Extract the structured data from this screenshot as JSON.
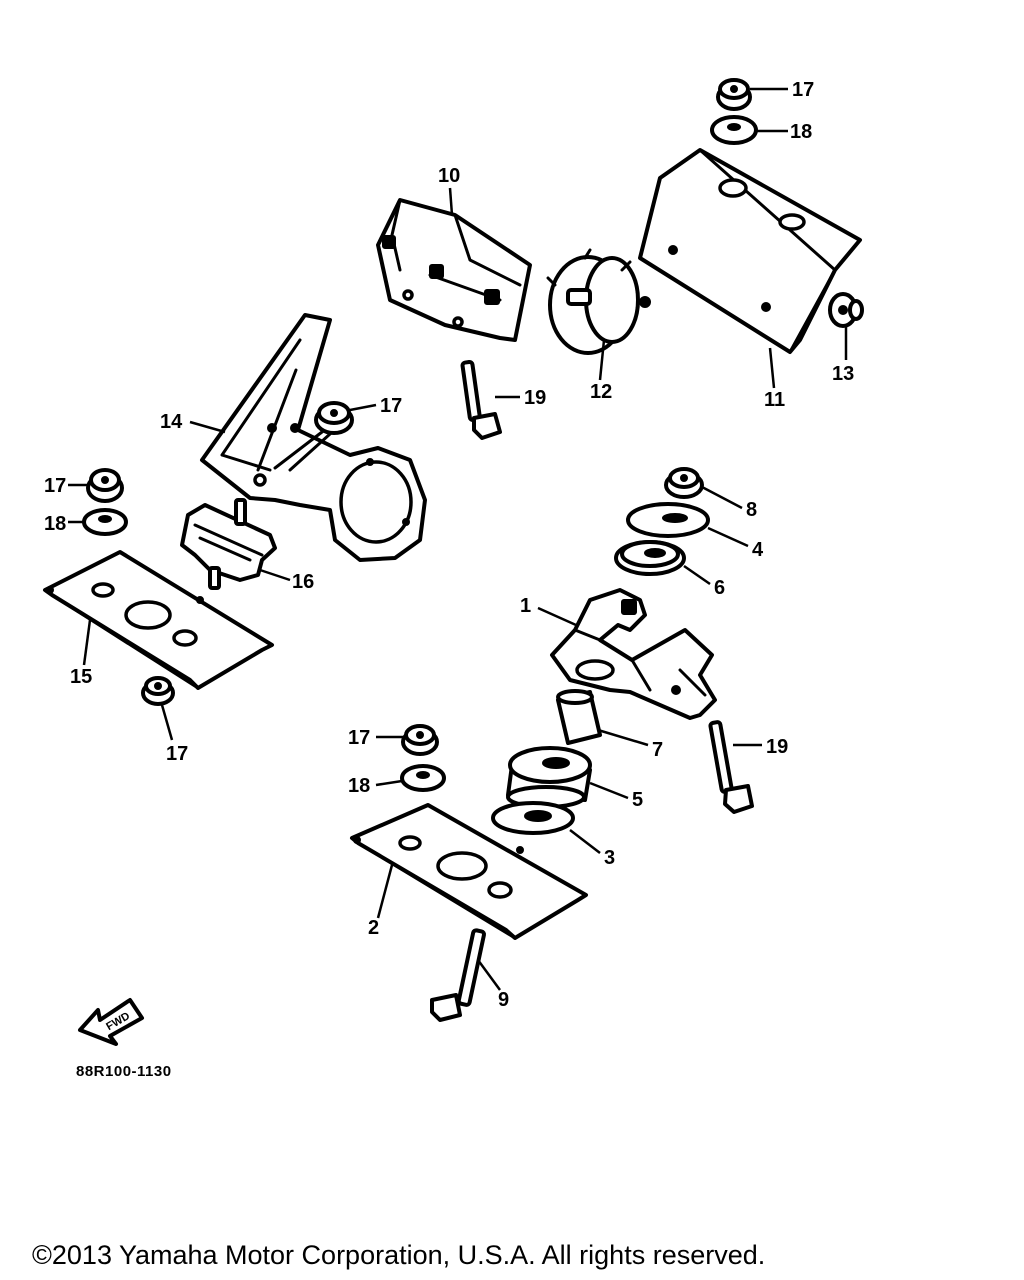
{
  "callouts": {
    "c1": "1",
    "c2": "2",
    "c3": "3",
    "c4": "4",
    "c5": "5",
    "c6": "6",
    "c7": "7",
    "c8": "8",
    "c9": "9",
    "c10": "10",
    "c11": "11",
    "c12": "12",
    "c13": "13",
    "c14": "14",
    "c15": "15",
    "c16": "16",
    "c17a": "17",
    "c17b": "17",
    "c17c": "17",
    "c17d": "17",
    "c17e": "17",
    "c18a": "18",
    "c18b": "18",
    "c18c": "18",
    "c19a": "19",
    "c19b": "19"
  },
  "forward_arrow": {
    "label": "FWD"
  },
  "diagram_code": "88R100-1130",
  "copyright": "©2013 Yamaha Motor Corporation, U.S.A. All rights reserved.",
  "colors": {
    "line": "#000000",
    "background": "#ffffff"
  }
}
